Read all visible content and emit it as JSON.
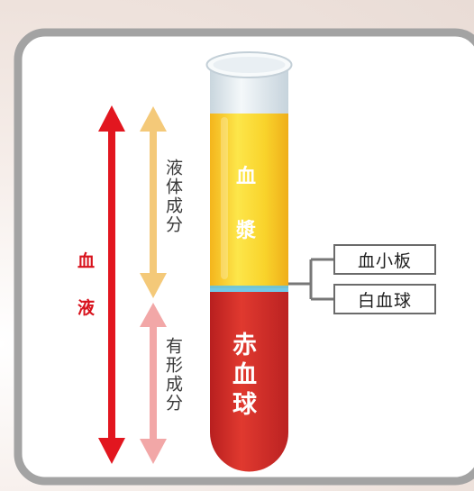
{
  "blood": {
    "char1": "血",
    "char2": "液"
  },
  "components": {
    "liquid_label": "液体成分",
    "solid_label": "有形成分"
  },
  "tube": {
    "plasma_char1": "血",
    "plasma_char2": "漿",
    "rbc_char1": "赤",
    "rbc_char2": "血",
    "rbc_char3": "球"
  },
  "callouts": {
    "platelets": "血小板",
    "wbc": "白血球"
  },
  "colors": {
    "frame": "#a3a3a3",
    "blood_arrow": "#e2161f",
    "liquid_arrow": "#f4c979",
    "solid_arrow": "#f2a7a7",
    "plasma": "#f8d22a",
    "rbc": "#d8322b",
    "cap": "#e6eef3",
    "buffy": "#63c3e4"
  }
}
